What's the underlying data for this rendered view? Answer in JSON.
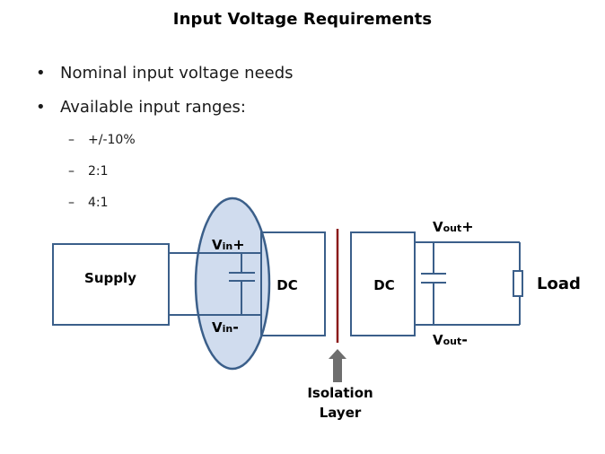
{
  "title": "Input Voltage Requirements",
  "bullets": [
    {
      "marker": "•",
      "text": "Nominal input voltage needs"
    },
    {
      "marker": "•",
      "text": "Available input ranges:"
    }
  ],
  "sub_bullets": [
    {
      "marker": "–",
      "text": "+/-10%"
    },
    {
      "marker": "–",
      "text": "2:1"
    },
    {
      "marker": "–",
      "text": "4:1"
    }
  ],
  "diagram": {
    "supply_label": "Supply",
    "dc_input_label": "DC",
    "dc_output_label": "DC",
    "load_label": "Load",
    "vin_plus": {
      "main": "V",
      "sub": "in",
      "sign": "+"
    },
    "vin_minus": {
      "main": "V",
      "sub": "in",
      "sign": "-"
    },
    "vout_plus": {
      "main": "V",
      "sub": "out",
      "sign": "+"
    },
    "vout_minus": {
      "main": "V",
      "sub": "out",
      "sign": "-"
    },
    "isolation_label_line1": "Isolation",
    "isolation_label_line2": "Layer",
    "colors": {
      "wire": "#3b5f8a",
      "highlight_fill": "#d0dcee",
      "isolation_line": "#8b1a1a",
      "arrow": "#6e6e6e"
    }
  }
}
